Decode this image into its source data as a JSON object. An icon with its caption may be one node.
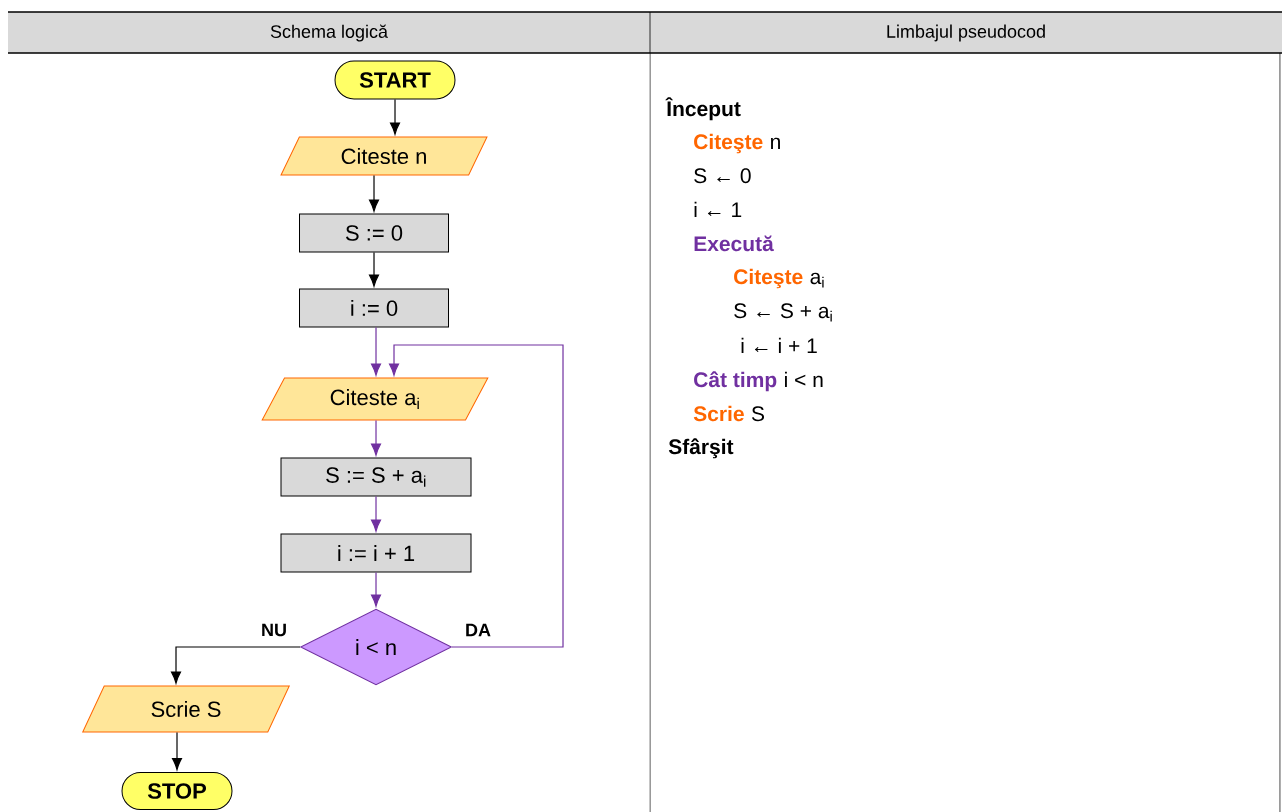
{
  "diagram": {
    "nodes": [
      {
        "text": [
          "START"
        ]
      },
      {
        "text": [
          "Citeste n"
        ]
      },
      {
        "text": [
          "S := 0"
        ]
      },
      {
        "text": [
          "i := 0"
        ]
      },
      {
        "text": [
          "Citeste a$_{i}$"
        ]
      },
      {
        "text": [
          "S := S + a$_{i}$"
        ]
      },
      {
        "text": [
          "i := i + 1"
        ]
      },
      {
        "text": [
          "i < n"
        ]
      },
      {
        "text": [
          "Scrie S"
        ]
      },
      {
        "text": [
          "STOP"
        ]
      }
    ],
    "edges": [
      {
        "from": 0,
        "to": 1,
        "arrow": "to",
        "color": "#000000"
      },
      {
        "from": 1,
        "to": 2,
        "arrow": "to",
        "color": "#000000"
      },
      {
        "from": 2,
        "to": 3,
        "arrow": "to",
        "color": "#000000"
      },
      {
        "from": 3,
        "to": 4,
        "arrow": "to",
        "color": "#7030a0"
      },
      {
        "from": 4,
        "to": 5,
        "arrow": "to",
        "color": "#7030a0"
      },
      {
        "from": 5,
        "to": 6,
        "arrow": "to",
        "color": "#7030a0"
      },
      {
        "from": 6,
        "to": 7,
        "arrow": "to",
        "color": "#7030a0"
      },
      {
        "from": 7,
        "to": 8,
        "arrow": "to",
        "label": "NU",
        "color": "#000000"
      },
      {
        "from": 7,
        "to": 4,
        "arrow": "to",
        "label": "DA",
        "color": "#7030a0"
      },
      {
        "from": 8,
        "to": 9,
        "arrow": "to",
        "color": "#000000"
      }
    ],
    "labels": [
      "Schema logică",
      "Limbajul pseudocod",
      "Început",
      "Citeşte",
      "n",
      "S ← 0",
      "i ← 1",
      "Execută",
      "Citeşte",
      "a$_{i}$",
      "S ← S + a$_{i}$",
      "i ← i + 1",
      "Cât timp",
      "i < n",
      "Scrie",
      "S",
      "Sfârşit"
    ]
  }
}
